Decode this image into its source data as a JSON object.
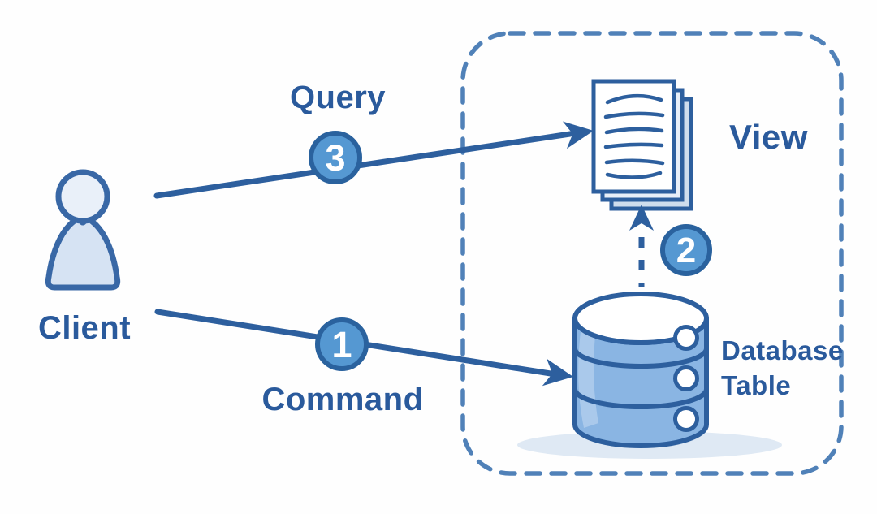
{
  "diagram": {
    "type": "flow-diagram",
    "colors": {
      "primary_line": "#2d5f9e",
      "label_text": "#2a5a9c",
      "badge_fill": "#5598d2",
      "badge_ring": "#2a629e",
      "badge_text": "#ffffff",
      "cylinder_fill": "#8ab5e3",
      "cylinder_outline": "#2d5f9e",
      "doc_front_fill": "#ffffff",
      "doc_back1_fill": "#e8eff8",
      "doc_back2_fill": "#cfdded",
      "person_body_fill": "#d6e3f3",
      "person_head_fill": "#e9f0f9",
      "person_outline": "#3968a6",
      "boundary_color": "#5081b8",
      "shadow_fill": "#dfe9f4",
      "background": "#fefefe"
    },
    "nodes": {
      "client": {
        "label": "Client",
        "icon": "person-icon"
      },
      "view": {
        "label": "View",
        "icon": "document-stack-icon"
      },
      "database": {
        "label_line1": "Database",
        "label_line2": "Table",
        "icon": "database-cylinder-icon"
      }
    },
    "edges": {
      "query": {
        "label": "Query",
        "badge": "3",
        "from": "client",
        "to": "view",
        "style": "solid"
      },
      "command": {
        "label": "Command",
        "badge": "1",
        "from": "client",
        "to": "database",
        "style": "solid"
      },
      "sync": {
        "badge": "2",
        "from": "database",
        "to": "view",
        "style": "dashed"
      }
    },
    "boundary": {
      "shape": "dashed-rounded-rect",
      "color": "#5081b8"
    }
  }
}
